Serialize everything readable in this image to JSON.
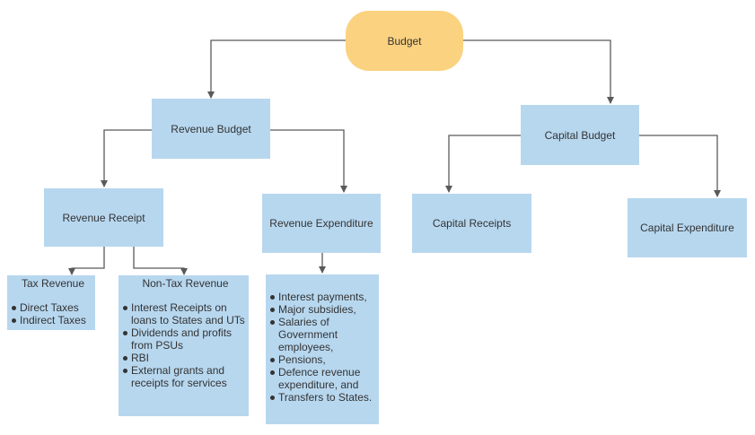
{
  "diagram": {
    "root": "Budget",
    "revenue_budget": "Revenue Budget",
    "capital_budget": "Capital Budget",
    "revenue_receipt": "Revenue Receipt",
    "revenue_expenditure": "Revenue Expenditure",
    "capital_receipts": "Capital Receipts",
    "capital_expenditure": "Capital Expenditure",
    "tax_revenue": {
      "title": "Tax Revenue",
      "items": [
        "Direct Taxes",
        "Indirect Taxes"
      ]
    },
    "non_tax_revenue": {
      "title": "Non-Tax Revenue",
      "items": [
        "Interest Receipts on loans to States and UTs",
        "Dividends and profits from PSUs",
        "RBI",
        "External grants and receipts for services"
      ]
    },
    "expenditure_items": [
      "Interest payments,",
      "Major subsidies,",
      "Salaries of Government employees,",
      "Pensions,",
      "Defence revenue expenditure, and",
      "Transfers to States."
    ],
    "colors": {
      "node": "#b7d7ef",
      "root": "#fbd27f",
      "connector": "#5a5a5a"
    }
  }
}
